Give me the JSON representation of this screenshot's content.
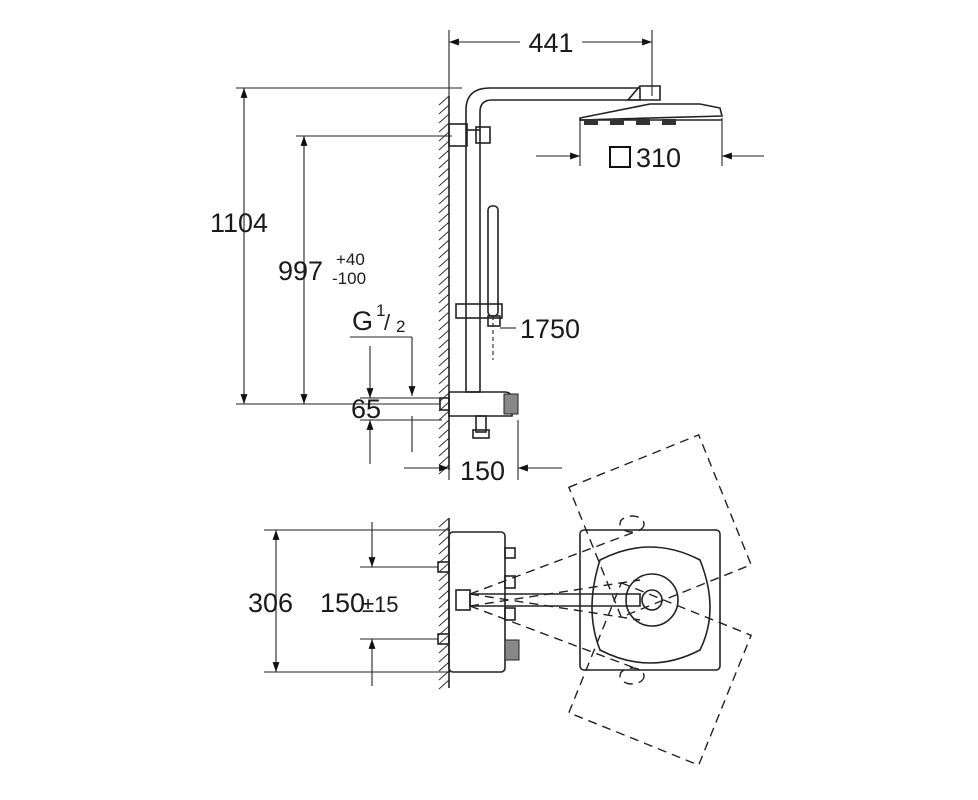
{
  "dimensions": {
    "width_441": "441",
    "head_310": "310",
    "height_1104": "1104",
    "height_997": "997",
    "tol_plus": "+40",
    "tol_minus": "-100",
    "thread_g": "G",
    "thread_num": "1",
    "thread_den": "2",
    "hose_1750": "1750",
    "depth_65": "65",
    "depth_150": "150",
    "plan_306": "306",
    "plan_150": "150",
    "plan_tol": "±15"
  },
  "colors": {
    "line": "#222222",
    "background": "#ffffff"
  }
}
